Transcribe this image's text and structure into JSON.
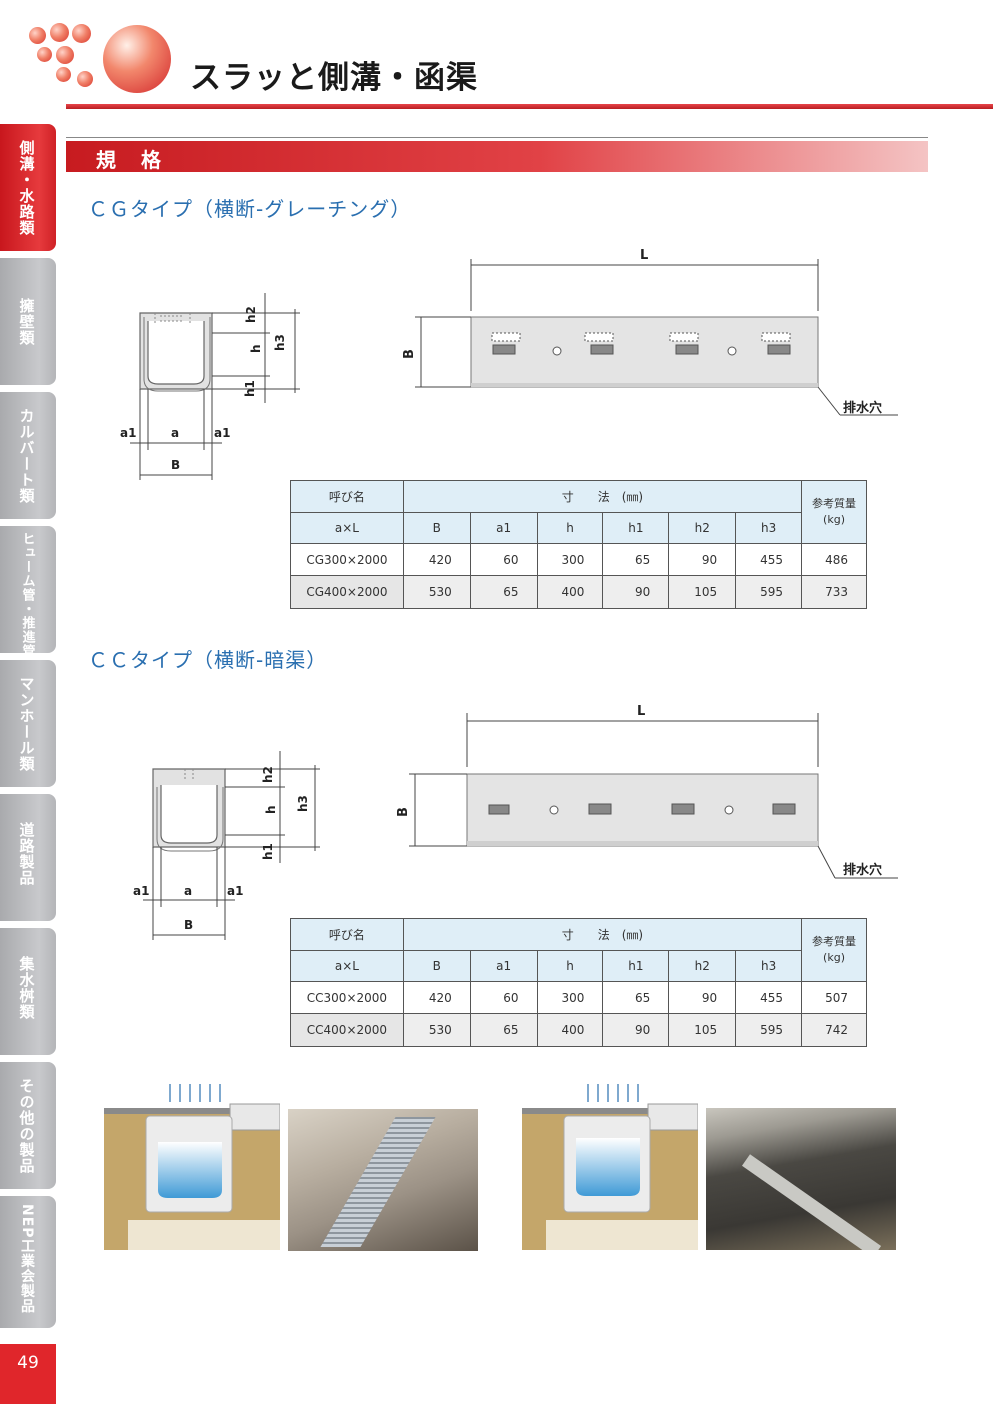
{
  "header": {
    "title": "スラッと側溝・函渠"
  },
  "sidebar": {
    "tabs": [
      {
        "label": "側溝・水路類",
        "active": true
      },
      {
        "label": "擁壁類",
        "active": false
      },
      {
        "label": "カルバート類",
        "active": false
      },
      {
        "label": "ヒューム管・推進管",
        "active": false
      },
      {
        "label": "マンホール類",
        "active": false
      },
      {
        "label": "道路製品",
        "active": false
      },
      {
        "label": "集水桝類",
        "active": false
      },
      {
        "label": "その他の製品",
        "active": false
      },
      {
        "label": "NEP工業会製品",
        "active": false
      }
    ],
    "page_number": "49"
  },
  "section": {
    "title": "規 格"
  },
  "cg": {
    "heading": "ＣＧタイプ（横断-グレーチング）",
    "cross_labels": {
      "h2": "h2",
      "h": "h",
      "h1": "h1",
      "h3": "h3",
      "a1_left": "a1",
      "a": "a",
      "a1_right": "a1",
      "B": "B"
    },
    "side_labels": {
      "L": "L",
      "B": "B",
      "drain": "排水穴"
    },
    "table": {
      "head_name": "呼び名",
      "head_dims": "寸　　法　(㎜)",
      "head_weight_1": "参考質量",
      "head_weight_2": "(kg)",
      "sub_name": "a×L",
      "sub_cols": [
        "B",
        "a1",
        "h",
        "h1",
        "h2",
        "h3"
      ],
      "rows": [
        {
          "name": "CG300×2000",
          "vals": [
            "420",
            "60",
            "300",
            "65",
            "90",
            "455"
          ],
          "weight": "486"
        },
        {
          "name": "CG400×2000",
          "vals": [
            "530",
            "65",
            "400",
            "90",
            "105",
            "595"
          ],
          "weight": "733"
        }
      ]
    }
  },
  "cc": {
    "heading": "ＣＣタイプ（横断-暗渠）",
    "cross_labels": {
      "h2": "h2",
      "h": "h",
      "h1": "h1",
      "h3": "h3",
      "a1_left": "a1",
      "a": "a",
      "a1_right": "a1",
      "B": "B"
    },
    "side_labels": {
      "L": "L",
      "B": "B",
      "drain": "排水穴"
    },
    "table": {
      "head_name": "呼び名",
      "head_dims": "寸　　法　(㎜)",
      "head_weight_1": "参考質量",
      "head_weight_2": "(kg)",
      "sub_name": "a×L",
      "sub_cols": [
        "B",
        "a1",
        "h",
        "h1",
        "h2",
        "h3"
      ],
      "rows": [
        {
          "name": "CC300×2000",
          "vals": [
            "420",
            "60",
            "300",
            "65",
            "90",
            "455"
          ],
          "weight": "507"
        },
        {
          "name": "CC400×2000",
          "vals": [
            "530",
            "65",
            "400",
            "90",
            "105",
            "595"
          ],
          "weight": "742"
        }
      ]
    }
  },
  "colors": {
    "accent_red": "#d8262b",
    "heading_blue": "#2a6fb0",
    "table_header": "#dfeef7"
  }
}
